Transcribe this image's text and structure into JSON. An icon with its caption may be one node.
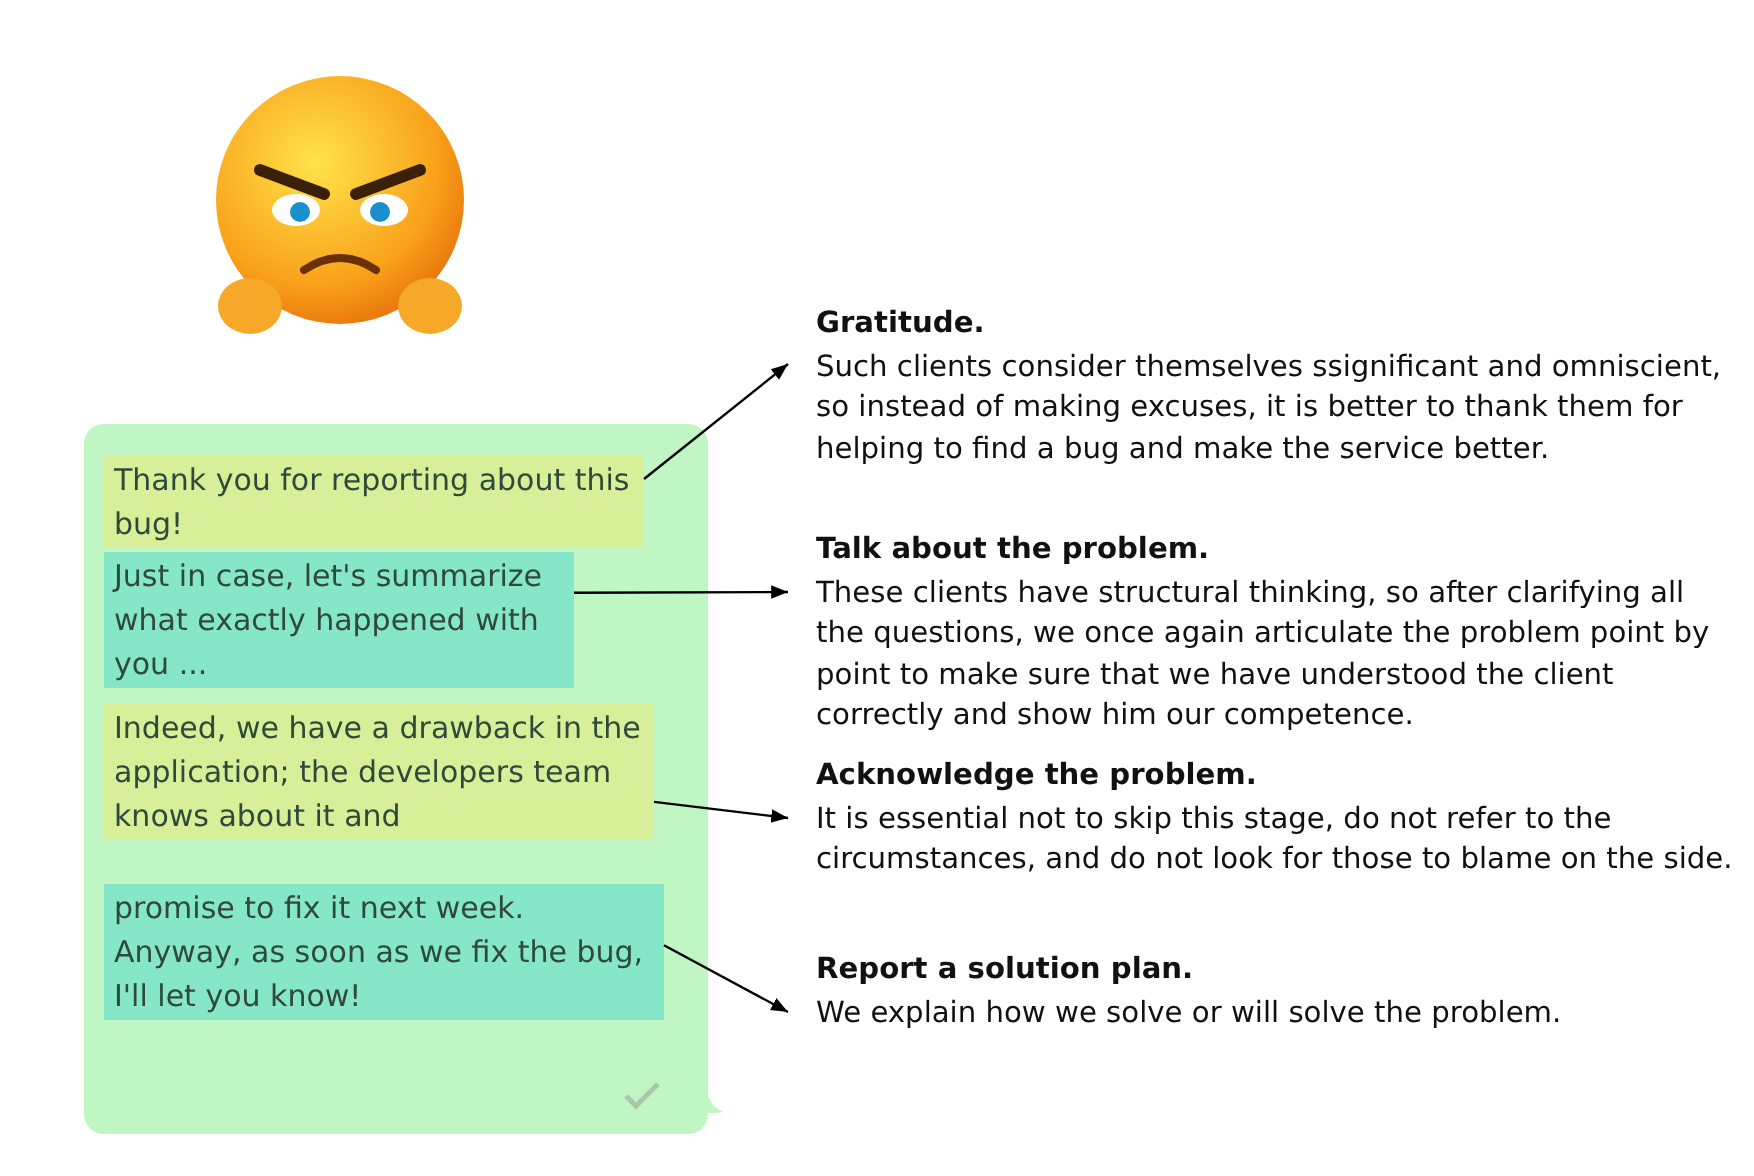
{
  "diagram": {
    "nodes": [
      {
        "text": [],
        "shape": "box"
      },
      {
        "text": [
          "Thank you for reporting about this bug!"
        ],
        "in": 0
      },
      {
        "text": [
          "Just in case, let's summarize what exactly happened with you ..."
        ],
        "in": 0
      },
      {
        "text": [
          "Indeed, we have a drawback in the application; the developers team knows about it and"
        ],
        "in": 0
      },
      {
        "text": [
          "promise to fix it next week. Anyway, as soon as we fix the bug, I'll let you know!"
        ],
        "in": 0
      },
      {
        "text": [
          "Gratitude.",
          "Such clients consider themselves ssignificant and omniscient, so instead of making excuses, it is better to thank them for helping to find a bug and make the service better."
        ]
      },
      {
        "text": [
          "Talk about the problem.",
          "These clients have structural thinking, so after clarifying all the questions, we once again articulate the problem point by point to make sure that we have understood the client correctly and show him our competence."
        ]
      },
      {
        "text": [
          "Acknowledge the problem.",
          "It is essential not to skip this stage, do not refer to the circumstances, and do not look for those to blame on the side."
        ]
      },
      {
        "text": [
          "Report a solution plan.",
          "We explain how we solve or will solve the problem."
        ]
      }
    ],
    "edges": [
      {
        "from": 1,
        "to": 5,
        "arrow": "to"
      },
      {
        "from": 2,
        "to": 6,
        "arrow": "to"
      },
      {
        "from": 3,
        "to": 7,
        "arrow": "to"
      },
      {
        "from": 4,
        "to": 8,
        "arrow": "to"
      }
    ]
  }
}
